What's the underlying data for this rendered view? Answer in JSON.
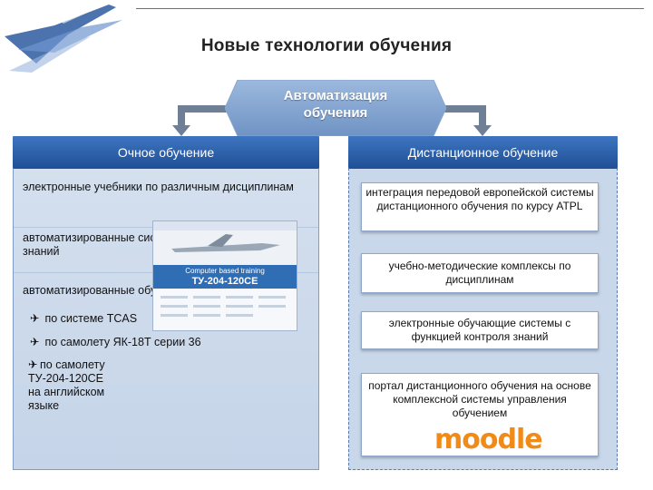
{
  "title": "Новые технологии обучения",
  "center_node": {
    "line1": "Автоматизация",
    "line2": "обучения"
  },
  "left_column": {
    "header": "Очное обучение",
    "items": [
      "электронные учебники по различным дисциплинам",
      "автоматизированные системы тестового контроля знаний",
      "автоматизированные обучающие системы:"
    ],
    "sub_items": [
      "по системе TCAS",
      "по самолету  ЯК-18Т серии 36"
    ],
    "last_item": {
      "l1": "по самолету",
      "l2": "ТУ-204-120СЕ",
      "l3": "на английском",
      "l4": "языке"
    },
    "image_caption": "Computer based training",
    "image_title": "ТУ-204-120СЕ"
  },
  "right_column": {
    "header": "Дистанционное обучение",
    "boxes": [
      "интеграция  передовой европейской системы дистанционного обучения по курсу ATPL",
      "учебно-методические комплексы по дисциплинам",
      "электронные обучающие системы с функцией контроля знаний",
      "портал  дистанционного обучения на основе комплексной системы управления обучением"
    ],
    "logo_text": "moodle"
  },
  "colors": {
    "header_blue": "#1f4f96",
    "accent": "#4a79b0",
    "moodle_orange": "#f08a18"
  }
}
